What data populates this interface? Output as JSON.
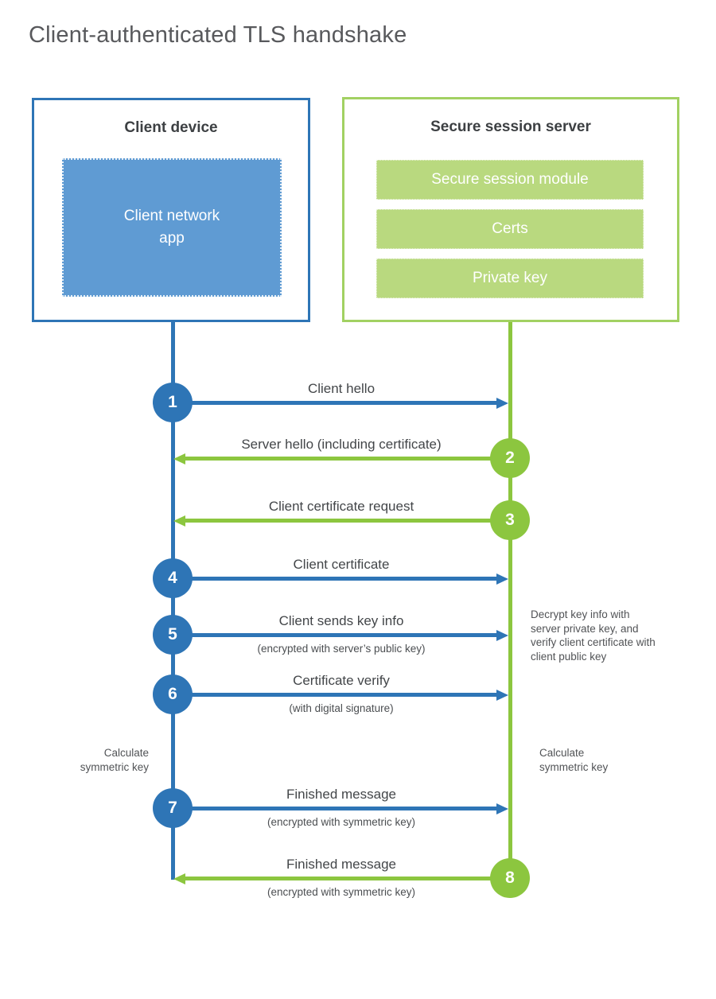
{
  "title": "Client-authenticated TLS handshake",
  "client": {
    "title": "Client device",
    "app_label": "Client network app"
  },
  "server": {
    "title": "Secure session server",
    "modules": [
      "Secure session module",
      "Certs",
      "Private key"
    ]
  },
  "steps": [
    {
      "num": "1",
      "label": "Client hello",
      "sublabel": "",
      "color": "blue",
      "direction": "right"
    },
    {
      "num": "2",
      "label": "Server hello (including certificate)",
      "sublabel": "",
      "color": "green",
      "direction": "left"
    },
    {
      "num": "3",
      "label": "Client certificate request",
      "sublabel": "",
      "color": "green",
      "direction": "left"
    },
    {
      "num": "4",
      "label": "Client certificate",
      "sublabel": "",
      "color": "blue",
      "direction": "right"
    },
    {
      "num": "5",
      "label": "Client sends key info",
      "sublabel": "(encrypted with server’s public key)",
      "color": "blue",
      "direction": "right"
    },
    {
      "num": "6",
      "label": "Certificate verify",
      "sublabel": "(with digital signature)",
      "color": "blue",
      "direction": "right"
    },
    {
      "num": "7",
      "label": "Finished message",
      "sublabel": "(encrypted with symmetric key)",
      "color": "blue",
      "direction": "right"
    },
    {
      "num": "8",
      "label": "Finished message",
      "sublabel": "(encrypted with symmetric key)",
      "color": "green",
      "direction": "left"
    }
  ],
  "annotations": {
    "decrypt_note": "Decrypt key info with server private key, and verify client certificate with client public key",
    "calculate_left": "Calculate symmetric key",
    "calculate_right": "Calculate symmetric key"
  },
  "colors": {
    "blue": "#2e75b6",
    "blue_fill": "#5f9bd3",
    "green": "#8cc63f",
    "green_border": "#a2d162",
    "green_fill": "#b9d97f"
  }
}
